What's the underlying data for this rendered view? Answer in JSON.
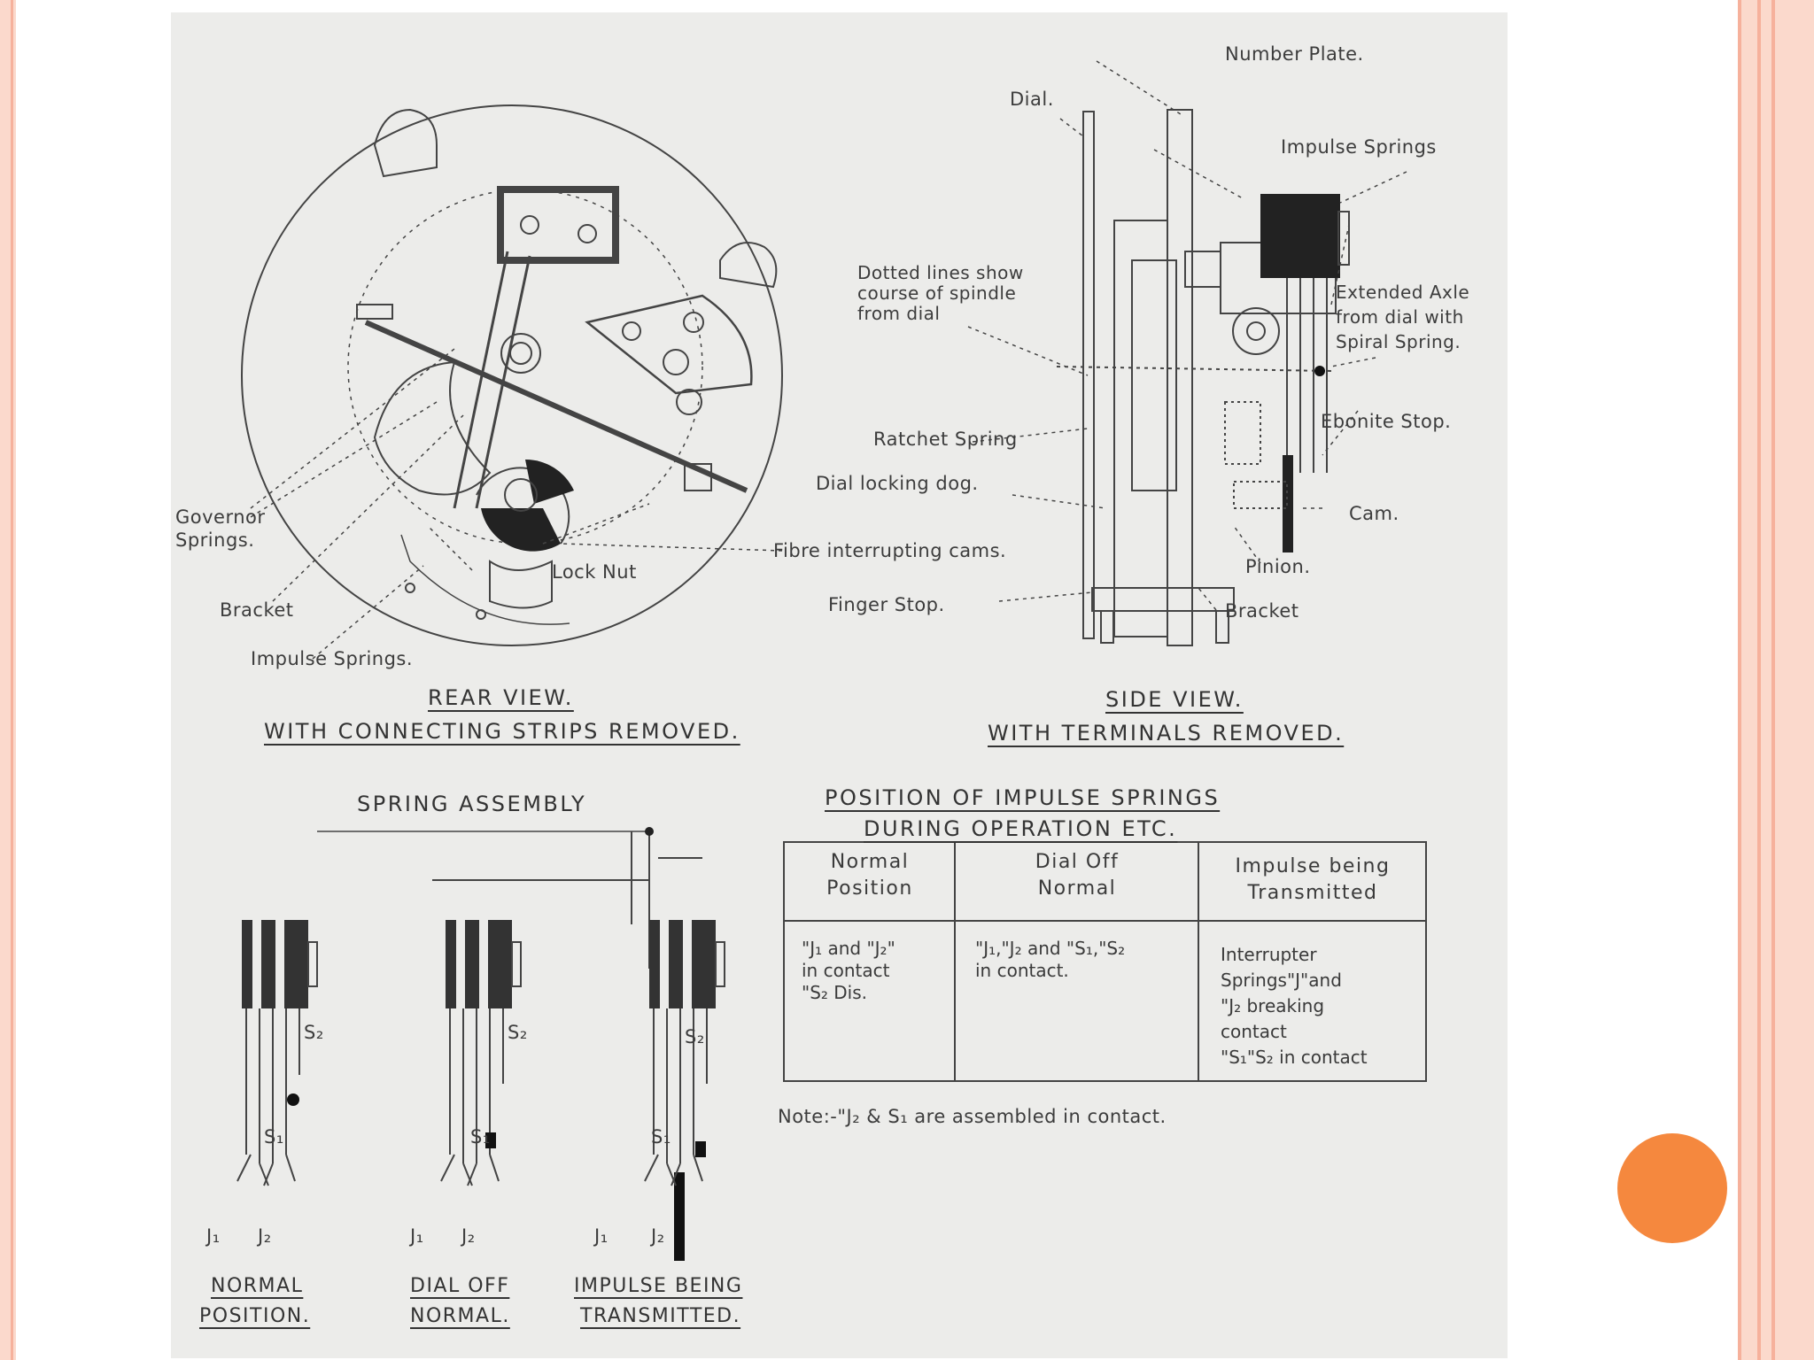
{
  "rear_view": {
    "title_line1": "REAR VIEW.",
    "title_line2": "WITH CONNECTING STRIPS REMOVED.",
    "labels": {
      "governor_springs_1": "Governor",
      "governor_springs_2": "Springs.",
      "bracket": "Bracket",
      "impulse_springs": "Impulse Springs.",
      "lock_nut": "Lock Nut",
      "fibre_cams": "Fibre interrupting cams."
    }
  },
  "side_view": {
    "title_line1": "SIDE VIEW.",
    "title_line2": "WITH TERMINALS REMOVED.",
    "labels": {
      "number_plate": "Number Plate.",
      "dial": "Dial.",
      "impulse_springs": "Impulse Springs",
      "dotted_1": "Dotted lines show",
      "dotted_2": "course of spindle",
      "dotted_3": "from dial",
      "extended_1": "Extended Axle",
      "extended_2": "from dial with",
      "extended_3": "Spiral Spring.",
      "ebonite_stop": "Ebonite Stop.",
      "ratchet_spring": "Ratchet Spring",
      "dial_locking_dog": "Dial locking dog.",
      "cam": "Cam.",
      "pinion": "Pinion.",
      "finger_stop": "Finger Stop.",
      "bracket": "Bracket"
    }
  },
  "spring_assembly": {
    "title": "SPRING ASSEMBLY",
    "captions": [
      {
        "line1": "NORMAL",
        "line2": "POSITION."
      },
      {
        "line1": "DIAL OFF",
        "line2": "NORMAL."
      },
      {
        "line1": "IMPULSE BEING",
        "line2": "TRANSMITTED."
      }
    ],
    "contact_labels": {
      "s2": "S₂",
      "s1": "S₁",
      "j1": "J₁",
      "j2": "J₂"
    }
  },
  "positions_table": {
    "title_line1": "POSITION OF IMPULSE SPRINGS",
    "title_line2": "DURING OPERATION ETC.",
    "headers": [
      "Normal\nPosition",
      "Dial Off\nNormal",
      "Impulse being\nTransmitted"
    ],
    "row": [
      "\"J₁ and \"J₂\"\nin contact\n\"S₂ Dis.",
      "\"J₁,\"J₂ and \"S₁,\"S₂\nin contact.",
      "Interrupter\nSprings\"J\"and\n\"J₂ breaking\ncontact\n\"S₁\"S₂ in contact"
    ],
    "note": "Note:-\"J₂ & S₁ are assembled in contact."
  },
  "colors": {
    "frame": "#f6b19c",
    "frame_light": "#fbd9cc",
    "accent_circle": "#f5883e",
    "paper": "#ececea",
    "ink": "#3c3c3c"
  }
}
